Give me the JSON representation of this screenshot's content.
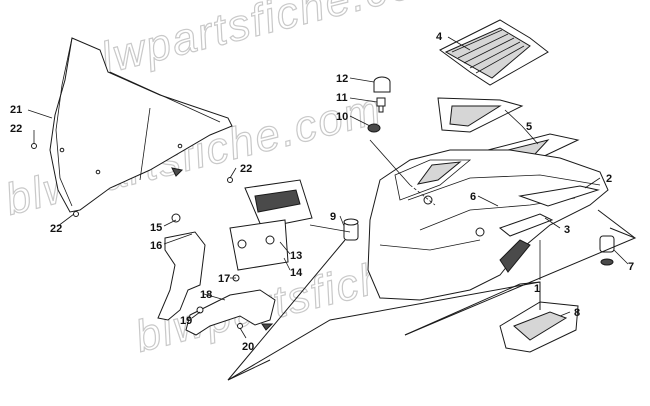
{
  "watermark": "blwpartsfiche.com",
  "callouts": {
    "c1": "1",
    "c2": "2",
    "c3": "3",
    "c4": "4",
    "c5": "5",
    "c6": "6",
    "c7": "7",
    "c8": "8",
    "c9": "9",
    "c10": "10",
    "c11": "11",
    "c12": "12",
    "c13": "13",
    "c14": "14",
    "c15": "15",
    "c16": "16",
    "c17": "17",
    "c18": "18",
    "c19": "19",
    "c20": "20",
    "c21": "21",
    "c22a": "22",
    "c22b": "22",
    "c22c": "22"
  }
}
